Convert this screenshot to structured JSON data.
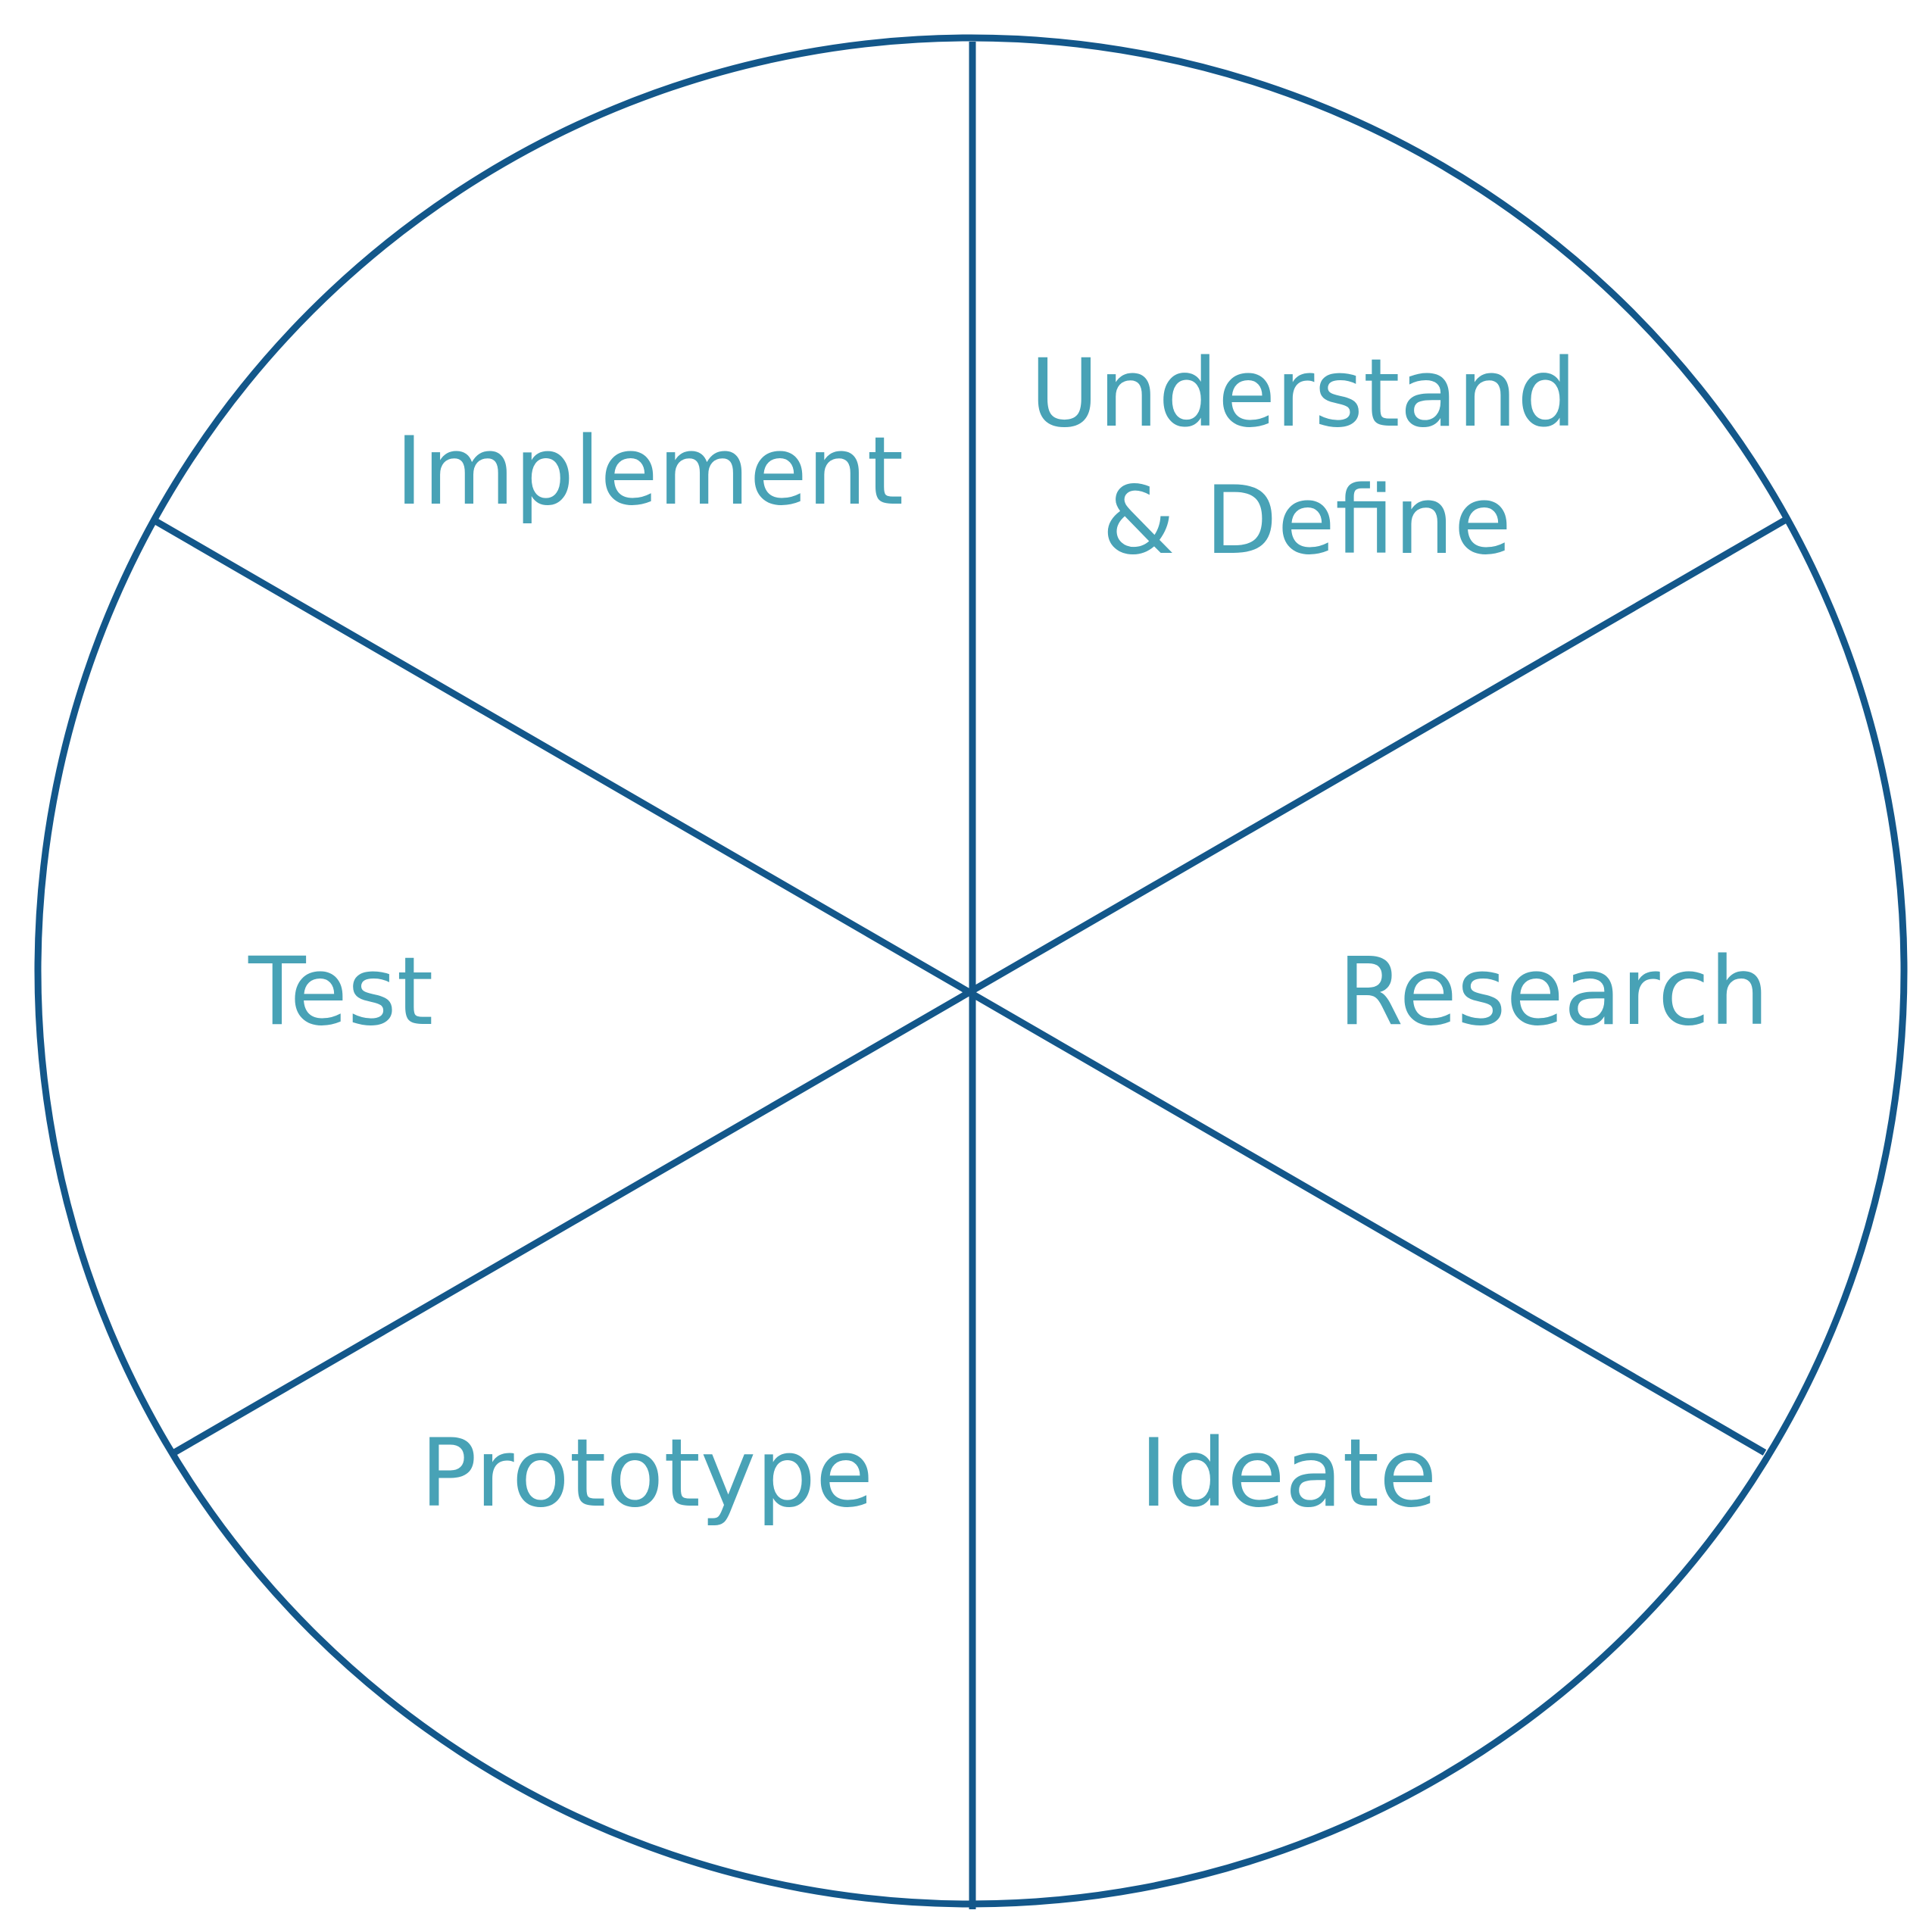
{
  "colors": {
    "line": "#13578a",
    "label": "#48a2b6",
    "background": "#ffffff"
  },
  "stages": [
    {
      "id": "understand",
      "lines": [
        "Understand",
        "& Define"
      ]
    },
    {
      "id": "research",
      "lines": [
        "Research"
      ]
    },
    {
      "id": "ideate",
      "lines": [
        "Ideate"
      ]
    },
    {
      "id": "prototype",
      "lines": [
        "Prototype"
      ]
    },
    {
      "id": "test",
      "lines": [
        "Test"
      ]
    },
    {
      "id": "implement",
      "lines": [
        "Implement"
      ]
    }
  ]
}
